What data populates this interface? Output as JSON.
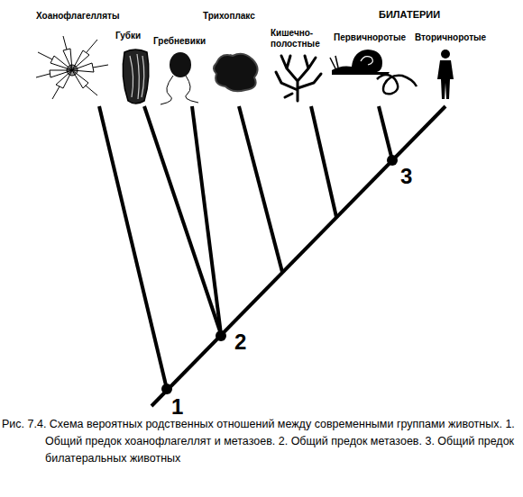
{
  "diagram": {
    "caption": "Рис. 7.4. Схема вероятных родственных отношений между современными группами животных. 1. Общий предок хоанофлагеллят и метазоев. 2. Общий предок метазоев. 3. Общий предок билатеральных животных",
    "labels": [
      "Хоанофлагелляты",
      "Губки",
      "Гребневики",
      "Трихоплакс",
      "Кишечно- полостные",
      "БИЛАТЕРИИ",
      "Первичноротые",
      "Вторичноротые",
      "1",
      "2",
      "3"
    ]
  }
}
